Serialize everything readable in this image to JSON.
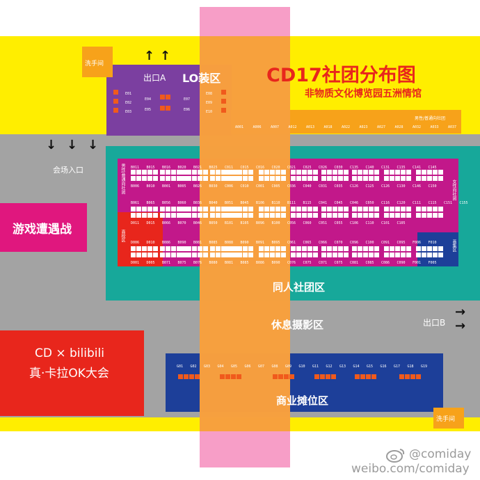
{
  "title": "CD17社团分布图",
  "subtitle": "非物质文化博览园五洲情馆",
  "restroom_top": "洗手间",
  "restroom_bottom": "洗手间",
  "exit_a": "出口A",
  "exit_b": "出口B",
  "lo_zone": "LO装区",
  "entrance": "会场入口",
  "game_zone": "游戏遭遇战",
  "karaoke_line1": "CD × bilibili",
  "karaoke_line2": "真·卡拉OK大会",
  "doujin_zone": "同人社团区",
  "rest_zone": "休息摄影区",
  "commerce_zone": "商业摊位区",
  "male_zone": "男性/普通向社团",
  "female_zone": "女性向社团",
  "left_zone_a": "男性/普通向社团",
  "left_zone_b": "高校区",
  "right_zone_c": "画集区",
  "weibo_handle": "@comiday",
  "weibo_url": "weibo.com/comiday",
  "e_labels_left": [
    "E01",
    "E02",
    "E03"
  ],
  "e_labels_mid_top": [
    "E04",
    "E07"
  ],
  "e_labels_mid_bot": [
    "E05",
    "E06"
  ],
  "e_labels_right": [
    "E08",
    "E09",
    "E10"
  ],
  "a_row": [
    "A001",
    "A006",
    "A007",
    "A012",
    "A013",
    "A018",
    "A022",
    "A023",
    "A027",
    "A028",
    "A032",
    "A033",
    "A037"
  ],
  "row1_top": [
    "B011",
    "B015",
    "B016",
    "B020",
    "B021",
    "B025",
    "C011",
    "C015",
    "C016",
    "C020",
    "C021",
    "C025",
    "C026",
    "C030",
    "C135",
    "C140",
    "C131",
    "C135",
    "C141",
    "C145"
  ],
  "row1_bot": [
    "B006",
    "B010",
    "B001",
    "B005",
    "B026",
    "B030",
    "C006",
    "C010",
    "C001",
    "C005",
    "C036",
    "C040",
    "C031",
    "C035",
    "C126",
    "C125",
    "C126",
    "C130",
    "C146",
    "C150"
  ],
  "row2_top": [
    "B061",
    "B065",
    "B056",
    "B060",
    "B036",
    "B040",
    "B051",
    "B045",
    "B106",
    "B110",
    "B111",
    "B115",
    "C041",
    "C045",
    "C046",
    "C050",
    "C116",
    "C120",
    "C111",
    "C115",
    "C151",
    "C155"
  ],
  "row2_bot": [
    "D011",
    "D015",
    "B066",
    "B070",
    "B046",
    "B050",
    "B101",
    "B105",
    "B096",
    "B100",
    "C056",
    "C060",
    "C051",
    "C055",
    "C106",
    "C110",
    "C101",
    "C105"
  ],
  "row3_top": [
    "D006",
    "D010",
    "B086",
    "B090",
    "B081",
    "B085",
    "B088",
    "B090",
    "B091",
    "B095",
    "C061",
    "C065",
    "C066",
    "C070",
    "C096",
    "C100",
    "C091",
    "C095",
    "F006",
    "F010"
  ],
  "row3_bot": [
    "D001",
    "D005",
    "B071",
    "B075",
    "B076",
    "B080",
    "B081",
    "B085",
    "B086",
    "B090",
    "C076",
    "C075",
    "C071",
    "C075",
    "C081",
    "C085",
    "C086",
    "C090",
    "F001",
    "F005"
  ],
  "g_labels": [
    "G01",
    "G02",
    "G03",
    "G04",
    "G05",
    "G06",
    "G07",
    "G08",
    "G09",
    "G10",
    "G11",
    "G12",
    "G13",
    "G14",
    "G15",
    "G16",
    "G17",
    "G18",
    "G19"
  ],
  "colors": {
    "yellow": "#ffee00",
    "grey": "#a3a3a3",
    "pink": "#f799c4",
    "orange_overlay": "#f7a21a",
    "purple": "#7b3fa0",
    "teal": "#17a89a",
    "magenta": "#c2188a",
    "red": "#e8261c",
    "blue": "#1d3f99",
    "booth_orange": "#f05a1c",
    "title_red": "#e8261c"
  },
  "icons": {
    "arrow_up": "↑",
    "arrow_down": "↓",
    "arrow_right": "→",
    "weibo": "weibo-logo-icon"
  }
}
